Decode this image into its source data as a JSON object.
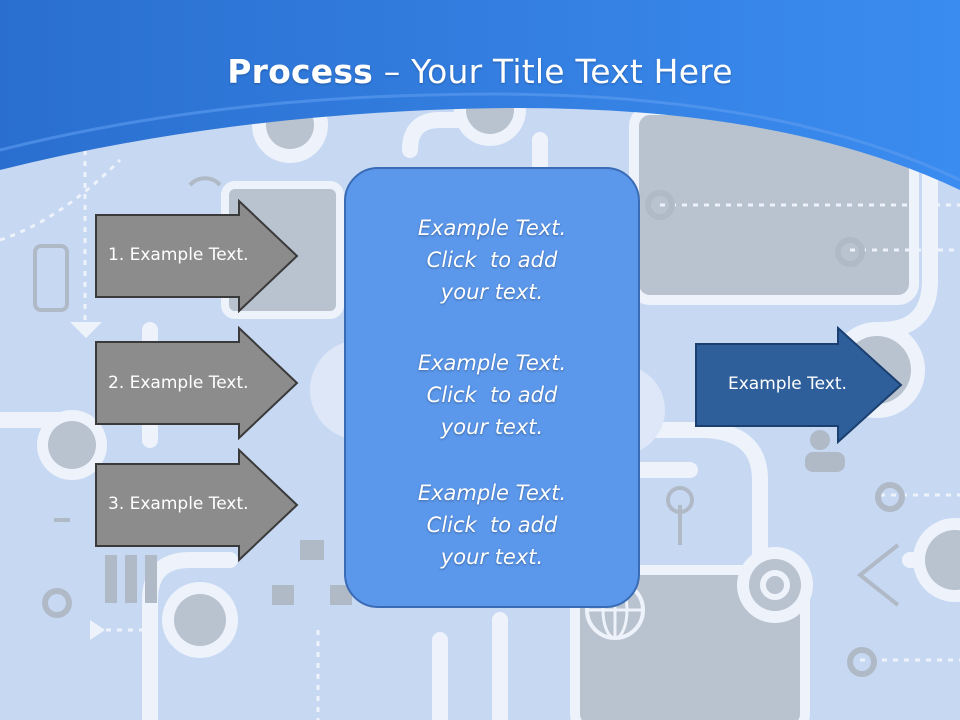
{
  "title": {
    "bold": "Process",
    "rest": " – Your Title Text Here"
  },
  "left_steps": [
    {
      "label": "1. Example Text."
    },
    {
      "label": "2. Example Text."
    },
    {
      "label": "3. Example Text."
    }
  ],
  "center_box": {
    "paragraphs": [
      {
        "line1": "Example Text.",
        "line2": "Click  to add",
        "line3": "your text."
      },
      {
        "line1": "Example Text.",
        "line2": "Click  to add",
        "line3": "your text."
      },
      {
        "line1": "Example Text.",
        "line2": "Click  to add",
        "line3": "your text."
      }
    ]
  },
  "result": {
    "label": "Example Text."
  },
  "colors": {
    "header_blue": "#2f7ee0",
    "background": "#c7d8f3",
    "step_arrow": "#8c8c8c",
    "center_box": "#5b97ea",
    "result_arrow": "#2e5f9b"
  }
}
